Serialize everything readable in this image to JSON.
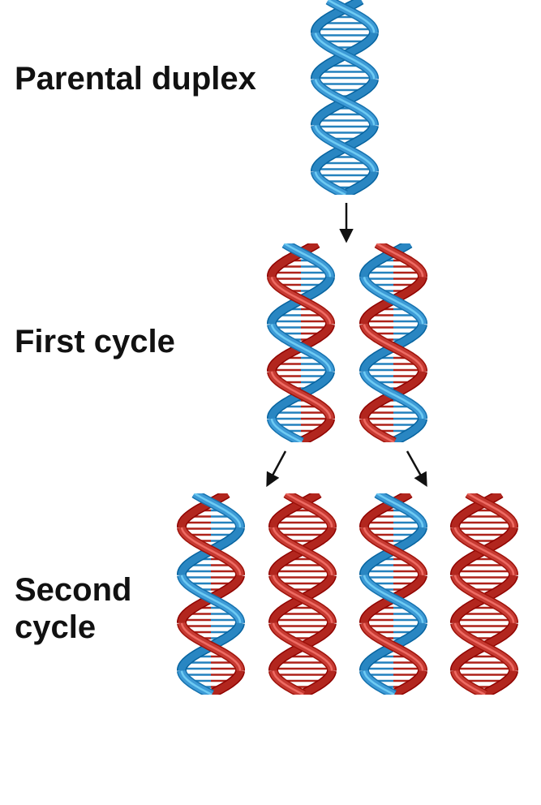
{
  "labels": {
    "parental": "Parental duplex",
    "first": "First cycle",
    "second_line1": "Second",
    "second_line2": "cycle"
  },
  "colors": {
    "parental_strand": "#3d9ad6",
    "new_strand": "#c63a32",
    "arrow": "#111111"
  },
  "duplexes": {
    "parental": [
      "parental",
      "parental"
    ],
    "first_cycle": [
      [
        "parental",
        "new"
      ],
      [
        "new",
        "parental"
      ]
    ],
    "second_cycle": [
      [
        "parental",
        "new"
      ],
      [
        "new",
        "new"
      ],
      [
        "parental",
        "new"
      ],
      [
        "new",
        "new"
      ]
    ]
  }
}
